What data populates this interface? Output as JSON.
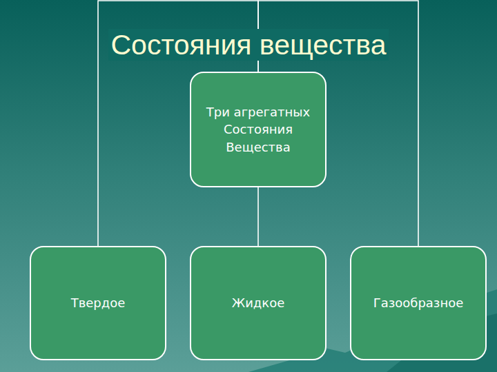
{
  "diagram": {
    "title": "Состояния вещества",
    "nodes": [
      {
        "text": [
          "Три агрегатных Состояния Вещества"
        ]
      },
      {
        "text": [
          "Твердое"
        ]
      },
      {
        "text": [
          "Жидкое"
        ]
      },
      {
        "text": [
          "Газообразное"
        ]
      }
    ],
    "edges": [
      {
        "from": 0,
        "to": 1,
        "arrow": "none"
      },
      {
        "from": 0,
        "to": 2,
        "arrow": "none"
      },
      {
        "from": 0,
        "to": 3,
        "arrow": "none"
      }
    ]
  }
}
